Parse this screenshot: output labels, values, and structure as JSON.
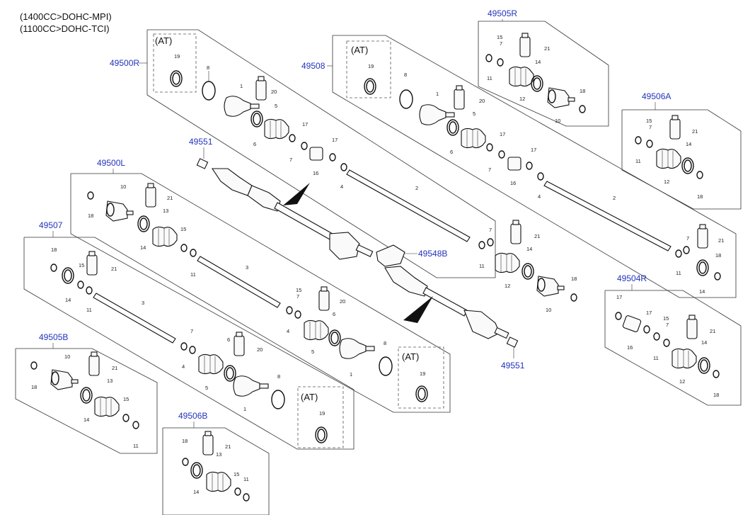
{
  "header": {
    "line1": "(1400CC>DOHC-MPI)",
    "line2": "(1100CC>DOHC-TCI)"
  },
  "assemblies": {
    "a49500R": "49500R",
    "a49508": "49508",
    "a49505R": "49505R",
    "a49506A": "49506A",
    "a49500L": "49500L",
    "a49507": "49507",
    "a49504R": "49504R",
    "a49505B": "49505B",
    "a49506B": "49506B",
    "a49551_top": "49551",
    "a49551_bottom": "49551",
    "a49548B": "49548B"
  },
  "at_label": "(AT)",
  "part_numbers": {
    "n1": "1",
    "n2": "2",
    "n3": "3",
    "n4": "4",
    "n5": "5",
    "n6": "6",
    "n7": "7",
    "n8": "8",
    "n10": "10",
    "n11": "11",
    "n12": "12",
    "n13": "13",
    "n14": "14",
    "n15": "15",
    "n16": "16",
    "n17": "17",
    "n18": "18",
    "n19": "19",
    "n20": "20",
    "n21": "21"
  },
  "colors": {
    "assembly_label": "#2233bb",
    "line": "#111111",
    "background": "#ffffff"
  }
}
